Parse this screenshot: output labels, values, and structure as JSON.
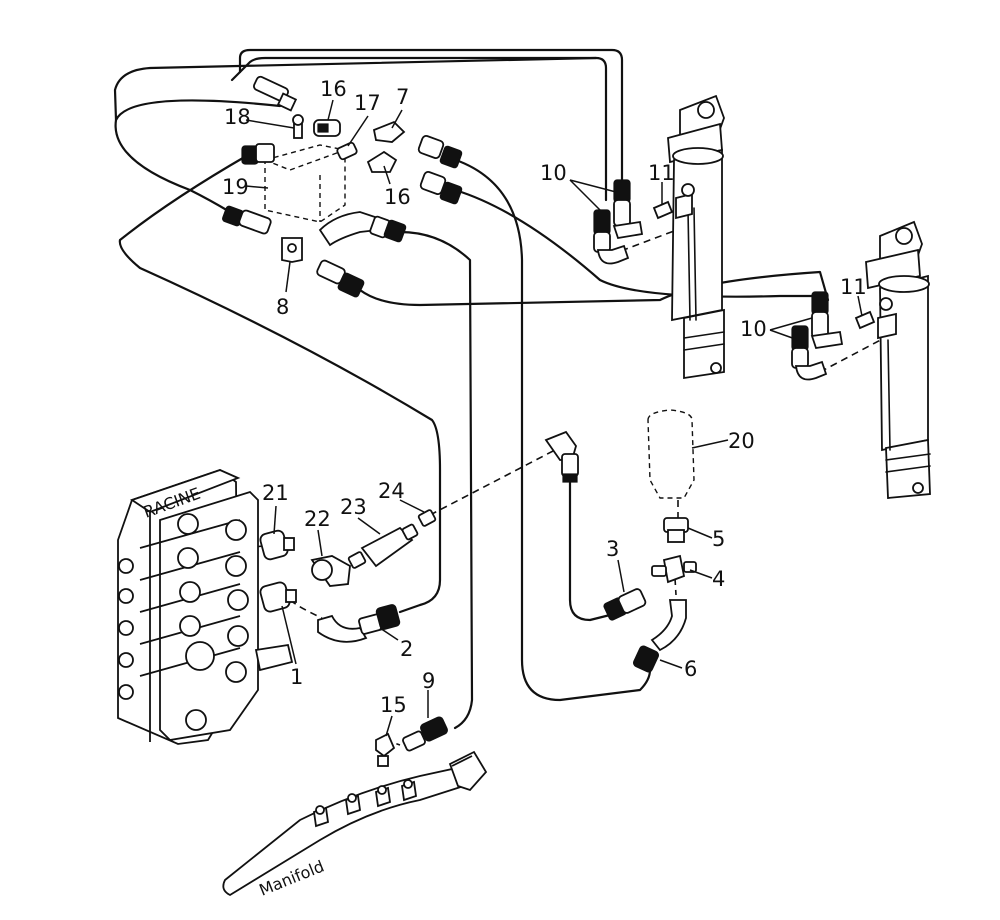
{
  "callouts": {
    "n1": "1",
    "n2": "2",
    "n3": "3",
    "n4": "4",
    "n5": "5",
    "n6": "6",
    "n7": "7",
    "n8": "8",
    "n9": "9",
    "n10a": "10",
    "n10b": "10",
    "n11a": "11",
    "n11b": "11",
    "n15": "15",
    "n16a": "16",
    "n16b": "16",
    "n17": "17",
    "n18": "18",
    "n19": "19",
    "n20": "20",
    "n21": "21",
    "n22": "22",
    "n23": "23",
    "n24": "24"
  },
  "valve_brand": "RACINE",
  "manifold_label": "Manifold"
}
